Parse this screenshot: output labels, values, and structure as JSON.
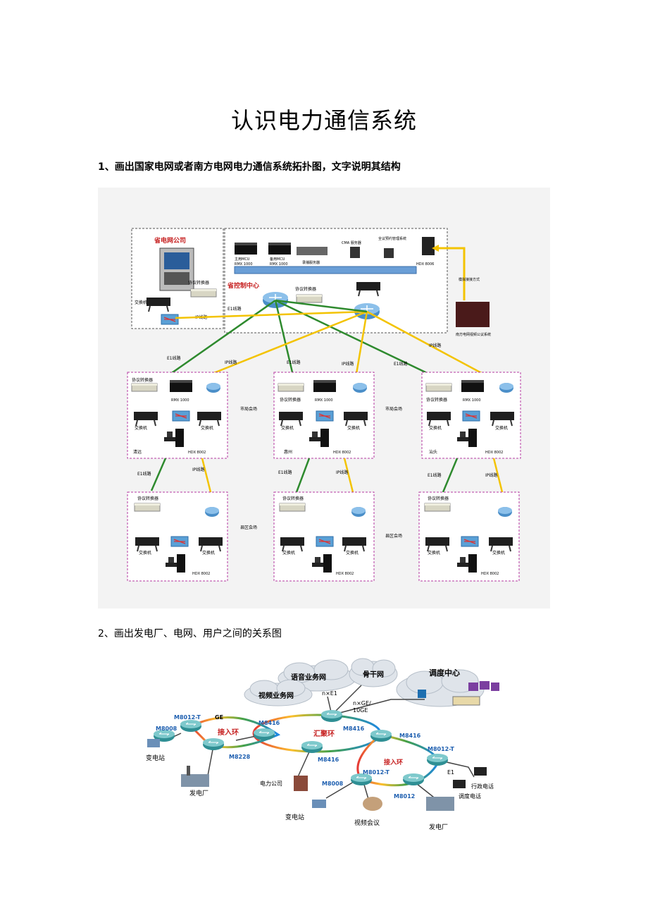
{
  "page": {
    "title": "认识电力通信系统",
    "q1": "1、画出国家电网或者南方电网电力通信系统拓扑图，文字说明其结构",
    "q2": "2、画出发电厂、电网、用户之间的关系图"
  },
  "fig1": {
    "prov_company": "省电网公司",
    "prov_control": "省控制中心",
    "protocol_converter": "协议转换器",
    "switch": "交换机",
    "ip_link": "IP线路",
    "e1_link": "E1线路",
    "mcu_main": "主用MCU",
    "mcu_backup": "备用MCU",
    "rmx1000": "RMX 1000",
    "recorder": "录播服务器",
    "cma": "CMA 服务器",
    "mgmt": "全议预约管理系统",
    "hdx8006": "HDX 8006",
    "hdx8002": "HDX 8002",
    "analog_access": "模拟接接方式",
    "south_grid": "南方电网视频公议系统",
    "city_venue": "市局会场",
    "county_venue": "县区会场",
    "city1": "清远",
    "city2": "惠州",
    "city3": "汕头"
  },
  "fig2": {
    "voice_net": "语音业务网",
    "backbone": "骨干网",
    "video_net": "视频业务网",
    "dispatch_center": "调度中心",
    "nxe1": "n×E1",
    "nxge": "n×GE/",
    "tenge": "10GE",
    "m8012t": "M8012-T",
    "ge": "GE",
    "m8008": "M8008",
    "m8416": "M8416",
    "m8228": "M8228",
    "m8012": "M8012",
    "access_ring": "接入环",
    "aggregation_ring": "汇聚环",
    "substation": "变电站",
    "power_plant": "发电厂",
    "power_company": "电力公司",
    "video_conf": "视频会议",
    "e1": "E1",
    "admin_phone": "行政电话",
    "dispatch_phone": "调度电话"
  }
}
